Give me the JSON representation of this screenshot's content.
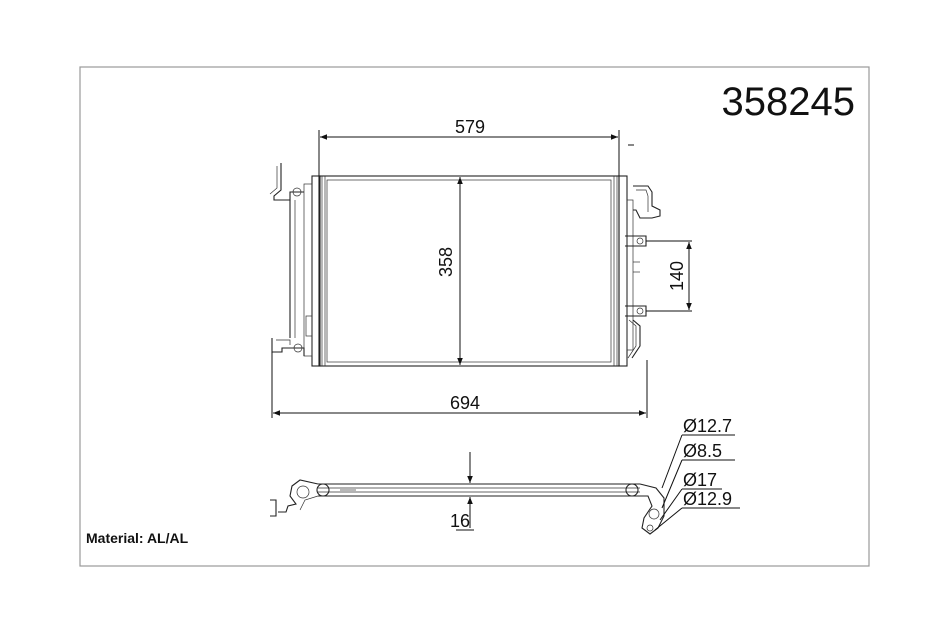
{
  "part_number": "358245",
  "material_label": "Material: AL/AL",
  "dimensions": {
    "core_width": "579",
    "core_height": "358",
    "overall_width": "694",
    "port_spacing": "140",
    "thickness": "16"
  },
  "connectors": {
    "d1": "Ø12.7",
    "d2": "Ø8.5",
    "d3": "Ø17",
    "d4": "Ø12.9"
  }
}
